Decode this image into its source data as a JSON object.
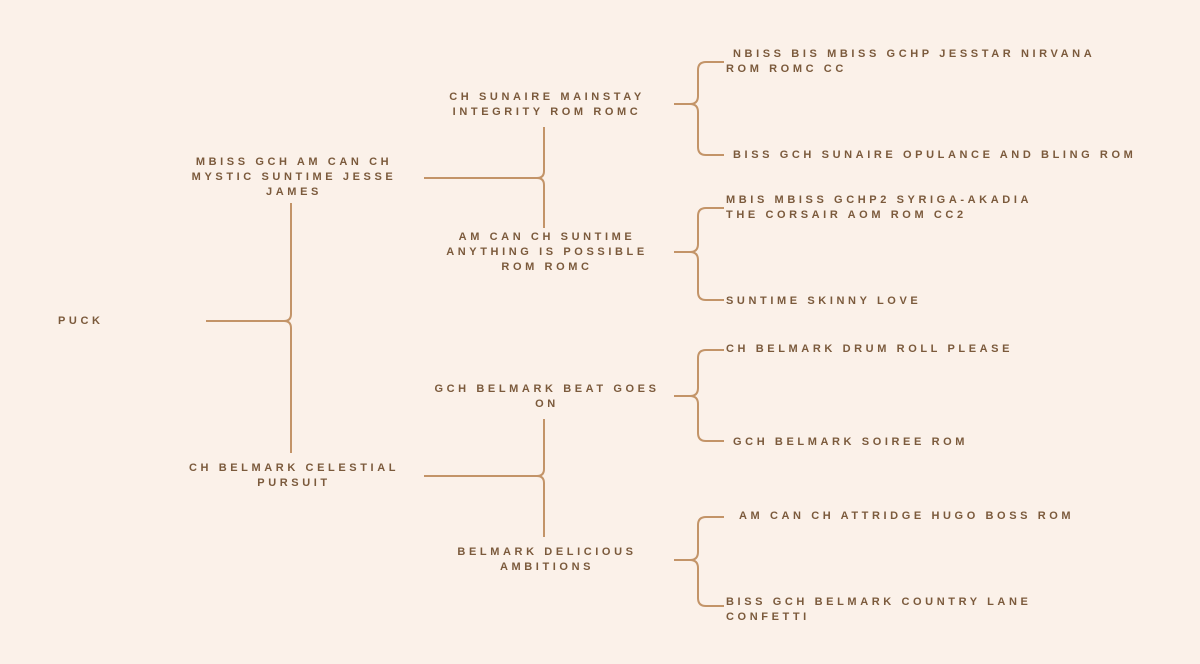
{
  "colors": {
    "background": "#fbf1e9",
    "text": "#7b5a3c",
    "line": "#c39468"
  },
  "pedigree": {
    "subject": {
      "lines": [
        "PUCK"
      ]
    },
    "sire": {
      "lines": [
        "MBISS GCH AM CAN CH",
        "MYSTIC SUNTIME JESSE",
        "JAMES"
      ]
    },
    "dam": {
      "lines": [
        "CH BELMARK CELESTIAL",
        "PURSUIT"
      ]
    },
    "sire_sire": {
      "lines": [
        "CH SUNAIRE MAINSTAY",
        "INTEGRITY ROM ROMC"
      ]
    },
    "sire_dam": {
      "lines": [
        "AM CAN CH SUNTIME",
        "ANYTHING IS POSSIBLE",
        "ROM ROMC"
      ]
    },
    "dam_sire": {
      "lines": [
        "GCH BELMARK BEAT GOES",
        "ON"
      ]
    },
    "dam_dam": {
      "lines": [
        "BELMARK DELICIOUS",
        "AMBITIONS"
      ]
    },
    "ss_sire": {
      "lines": [
        "NBISS BIS MBISS GCHP JESSTAR NIRVANA",
        "ROM ROMC CC"
      ]
    },
    "ss_dam": {
      "lines": [
        "BISS GCH SUNAIRE OPULANCE AND BLING ROM"
      ]
    },
    "sd_sire": {
      "lines": [
        "MBIS MBISS GCHP2 SYRIGA-AKADIA",
        "THE CORSAIR AOM ROM CC2"
      ]
    },
    "sd_dam": {
      "lines": [
        "SUNTIME SKINNY LOVE"
      ]
    },
    "ds_sire": {
      "lines": [
        "CH BELMARK DRUM ROLL PLEASE"
      ]
    },
    "ds_dam": {
      "lines": [
        "GCH BELMARK SOIREE ROM"
      ]
    },
    "dd_sire": {
      "lines": [
        "AM CAN CH ATTRIDGE HUGO BOSS ROM"
      ]
    },
    "dd_dam": {
      "lines": [
        "BISS GCH BELMARK COUNTRY LANE",
        "CONFETTI"
      ]
    }
  }
}
